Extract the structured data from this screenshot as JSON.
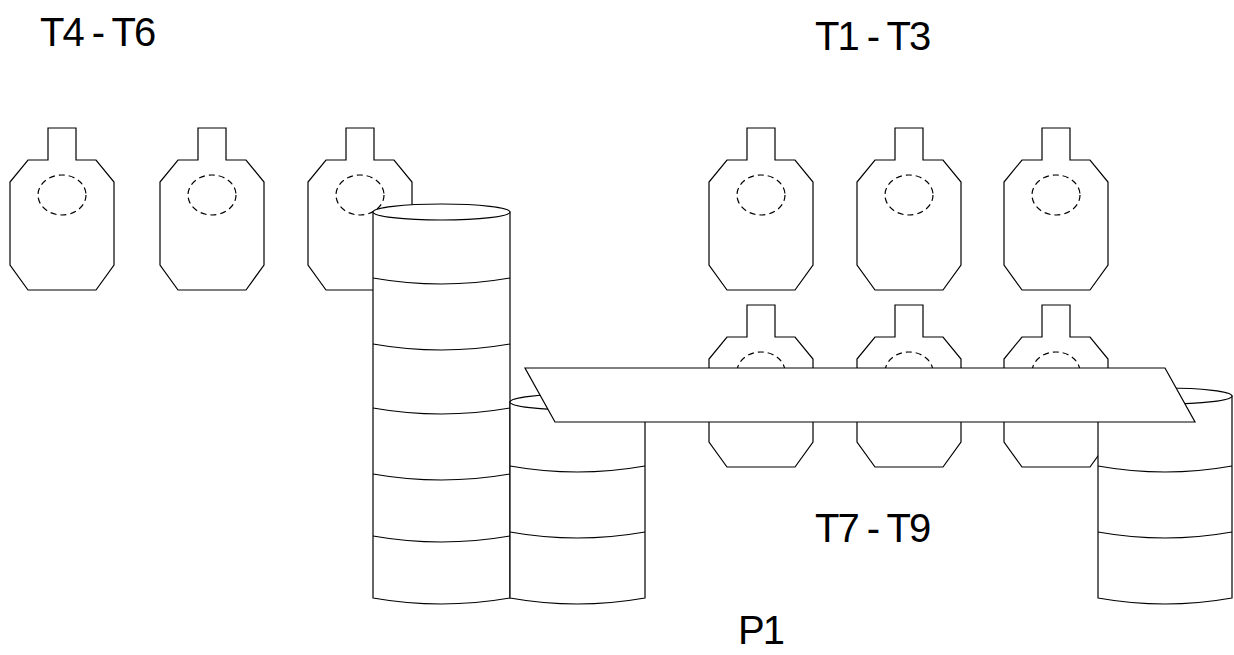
{
  "diagram": {
    "labels": [
      "T4 - T6",
      "T1 - T3",
      "T7 - T9",
      "P1"
    ]
  }
}
